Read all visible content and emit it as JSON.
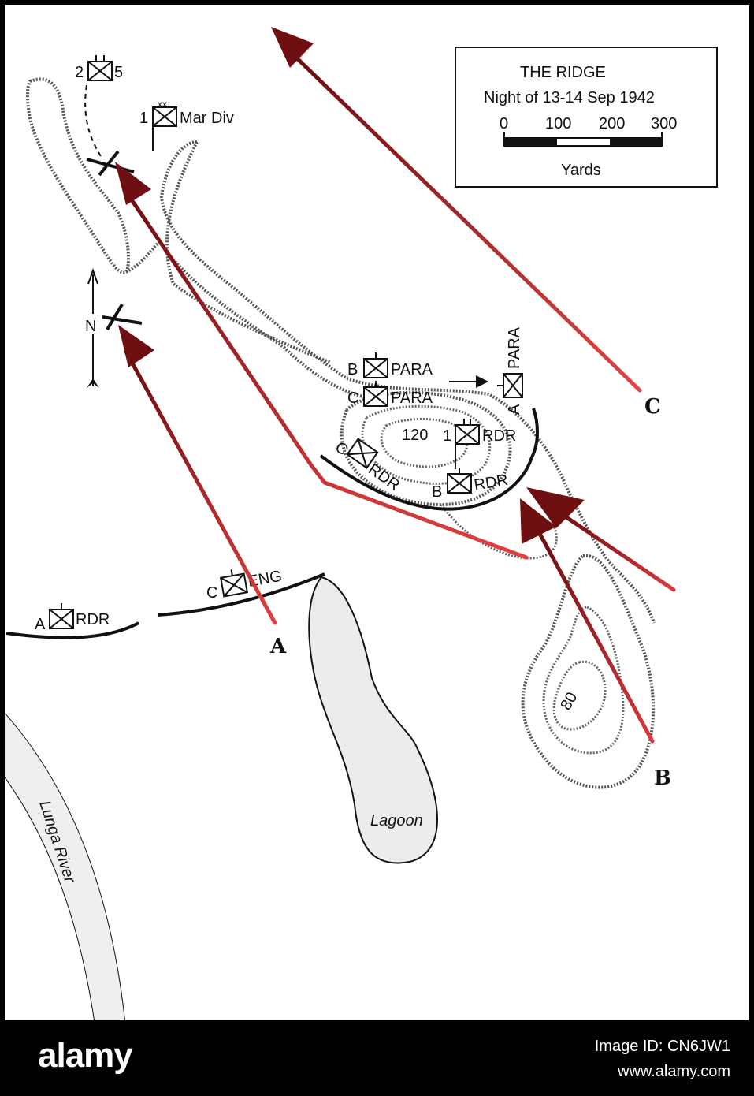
{
  "legend": {
    "title": "THE RIDGE",
    "subtitle": "Night of 13-14 Sep 1942",
    "scale_ticks": [
      "0",
      "100",
      "200",
      "300"
    ],
    "scale_unit": "Yards"
  },
  "compass": {
    "label": "N"
  },
  "units": {
    "u_2_5": {
      "left": "2",
      "right": "5"
    },
    "u_1_mardiv": {
      "left": "1",
      "right": "Mar Div"
    },
    "u_b_para": {
      "left": "B",
      "right": "PARA"
    },
    "u_c_para": {
      "left": "C",
      "right": "PARA"
    },
    "u_a_para": {
      "left": "A",
      "right": "PARA"
    },
    "u_1_rdr": {
      "left": "1",
      "right": "RDR"
    },
    "u_c_rdr": {
      "left": "C",
      "right": "RDR"
    },
    "u_b_rdr": {
      "left": "B",
      "right": "RDR"
    },
    "u_c_eng": {
      "left": "C",
      "right": "ENG"
    },
    "u_a_rdr": {
      "left": "A",
      "right": "RDR"
    }
  },
  "elevations": {
    "hill_high": "120",
    "hill_low": "80"
  },
  "features": {
    "lagoon": "Lagoon",
    "river": "Lunga River"
  },
  "attacks": {
    "a": "A",
    "b": "B",
    "c": "C"
  },
  "colors": {
    "attack_light": "#d8383c",
    "attack_dark": "#6e0f12",
    "land": "#ffffff"
  },
  "watermark": {
    "brand": "alamy",
    "image_id": "Image ID: CN6JW1",
    "url": "www.alamy.com"
  }
}
